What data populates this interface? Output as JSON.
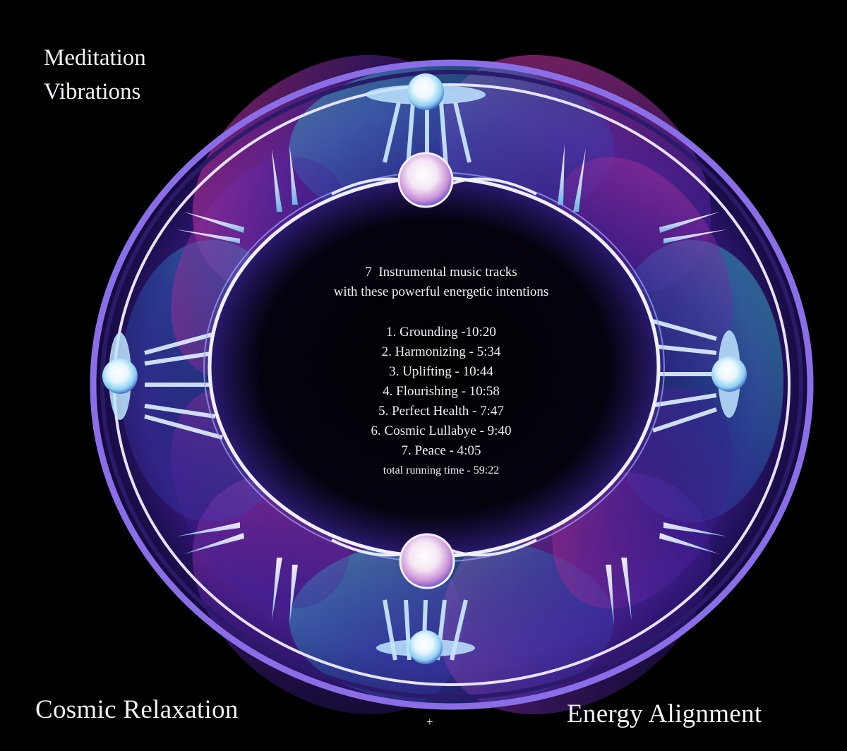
{
  "title": {
    "line1": "Meditation",
    "line2": "Vibrations"
  },
  "intro": {
    "line1": "7  Instrumental music tracks",
    "line2": "with these powerful energetic intentions"
  },
  "tracks": [
    "1. Grounding -10:20",
    "2. Harmonizing - 5:34",
    "3. Uplifting - 10:44",
    "4. Flourishing - 10:58",
    "5. Perfect Health - 7:47",
    "6. Cosmic Lullabye - 9:40",
    "7. Peace - 4:05"
  ],
  "total": "total running time - 59:22",
  "bottom": {
    "left": "Cosmic Relaxation",
    "separator": "+",
    "right": "Energy Alignment"
  },
  "colors": {
    "background": "#000000",
    "ring": "#6a4fd0",
    "magenta": "#c0308f",
    "teal": "#3fd2c8",
    "text": "#f2f0f6"
  }
}
